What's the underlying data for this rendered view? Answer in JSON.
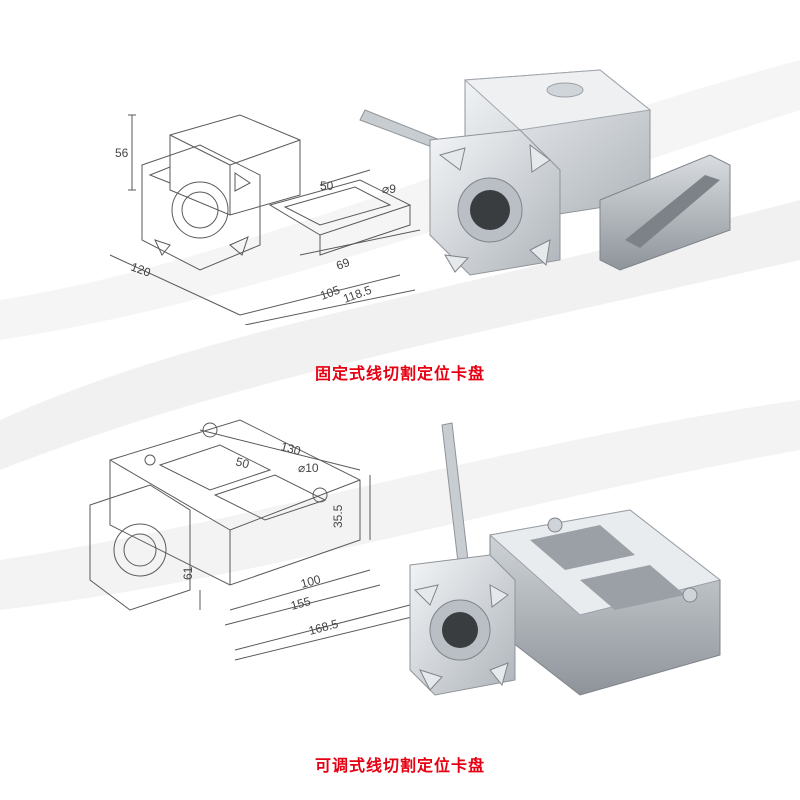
{
  "colors": {
    "caption": "#e60012",
    "line": "#5a5a5a",
    "metal_light": "#e9ecef",
    "metal_mid": "#c7ccd1",
    "metal_dark": "#8e949a"
  },
  "fixed": {
    "caption": "固定式线切割定位卡盘",
    "dims": {
      "d56": "56",
      "d50": "50",
      "d9": "⌀9",
      "d120": "120",
      "d69": "69",
      "d105": "105",
      "d118": "118.5"
    }
  },
  "adjustable": {
    "caption": "可调式线切割定位卡盘",
    "dims": {
      "d130": "130",
      "d50": "50",
      "d10": "⌀10",
      "d35": "35.5",
      "d61": "61",
      "d100": "100",
      "d155": "155",
      "d168": "168.5"
    }
  }
}
